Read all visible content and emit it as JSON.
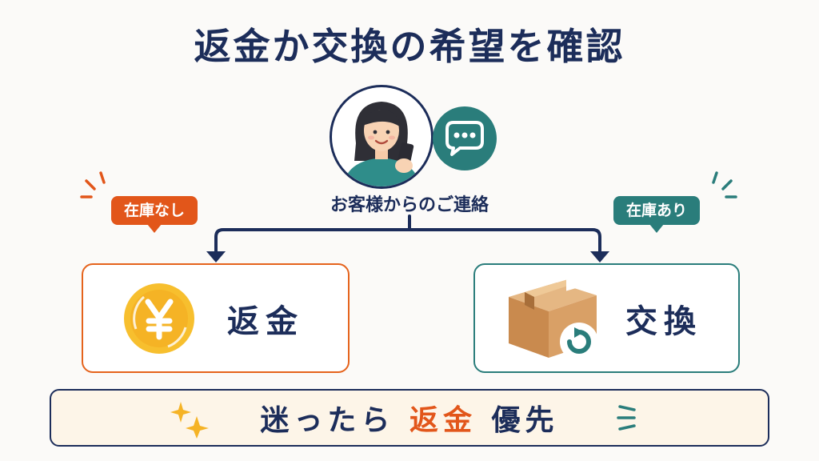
{
  "title": "返金か交換の希望を確認",
  "source": {
    "label": "お客様からのご連絡"
  },
  "left": {
    "tag": "在庫なし",
    "label": "返金",
    "icon": "yen-coin-icon",
    "accent_color": "#e2561a"
  },
  "right": {
    "tag": "在庫あり",
    "label": "交換",
    "icon": "package-exchange-icon",
    "accent_color": "#2a7d7b"
  },
  "banner": {
    "prefix": "迷ったら",
    "highlight": "返金",
    "suffix": "優先"
  },
  "colors": {
    "navy": "#1c2d5a",
    "orange": "#e2561a",
    "teal": "#2a7d7b",
    "gold": "#f5b82e"
  }
}
